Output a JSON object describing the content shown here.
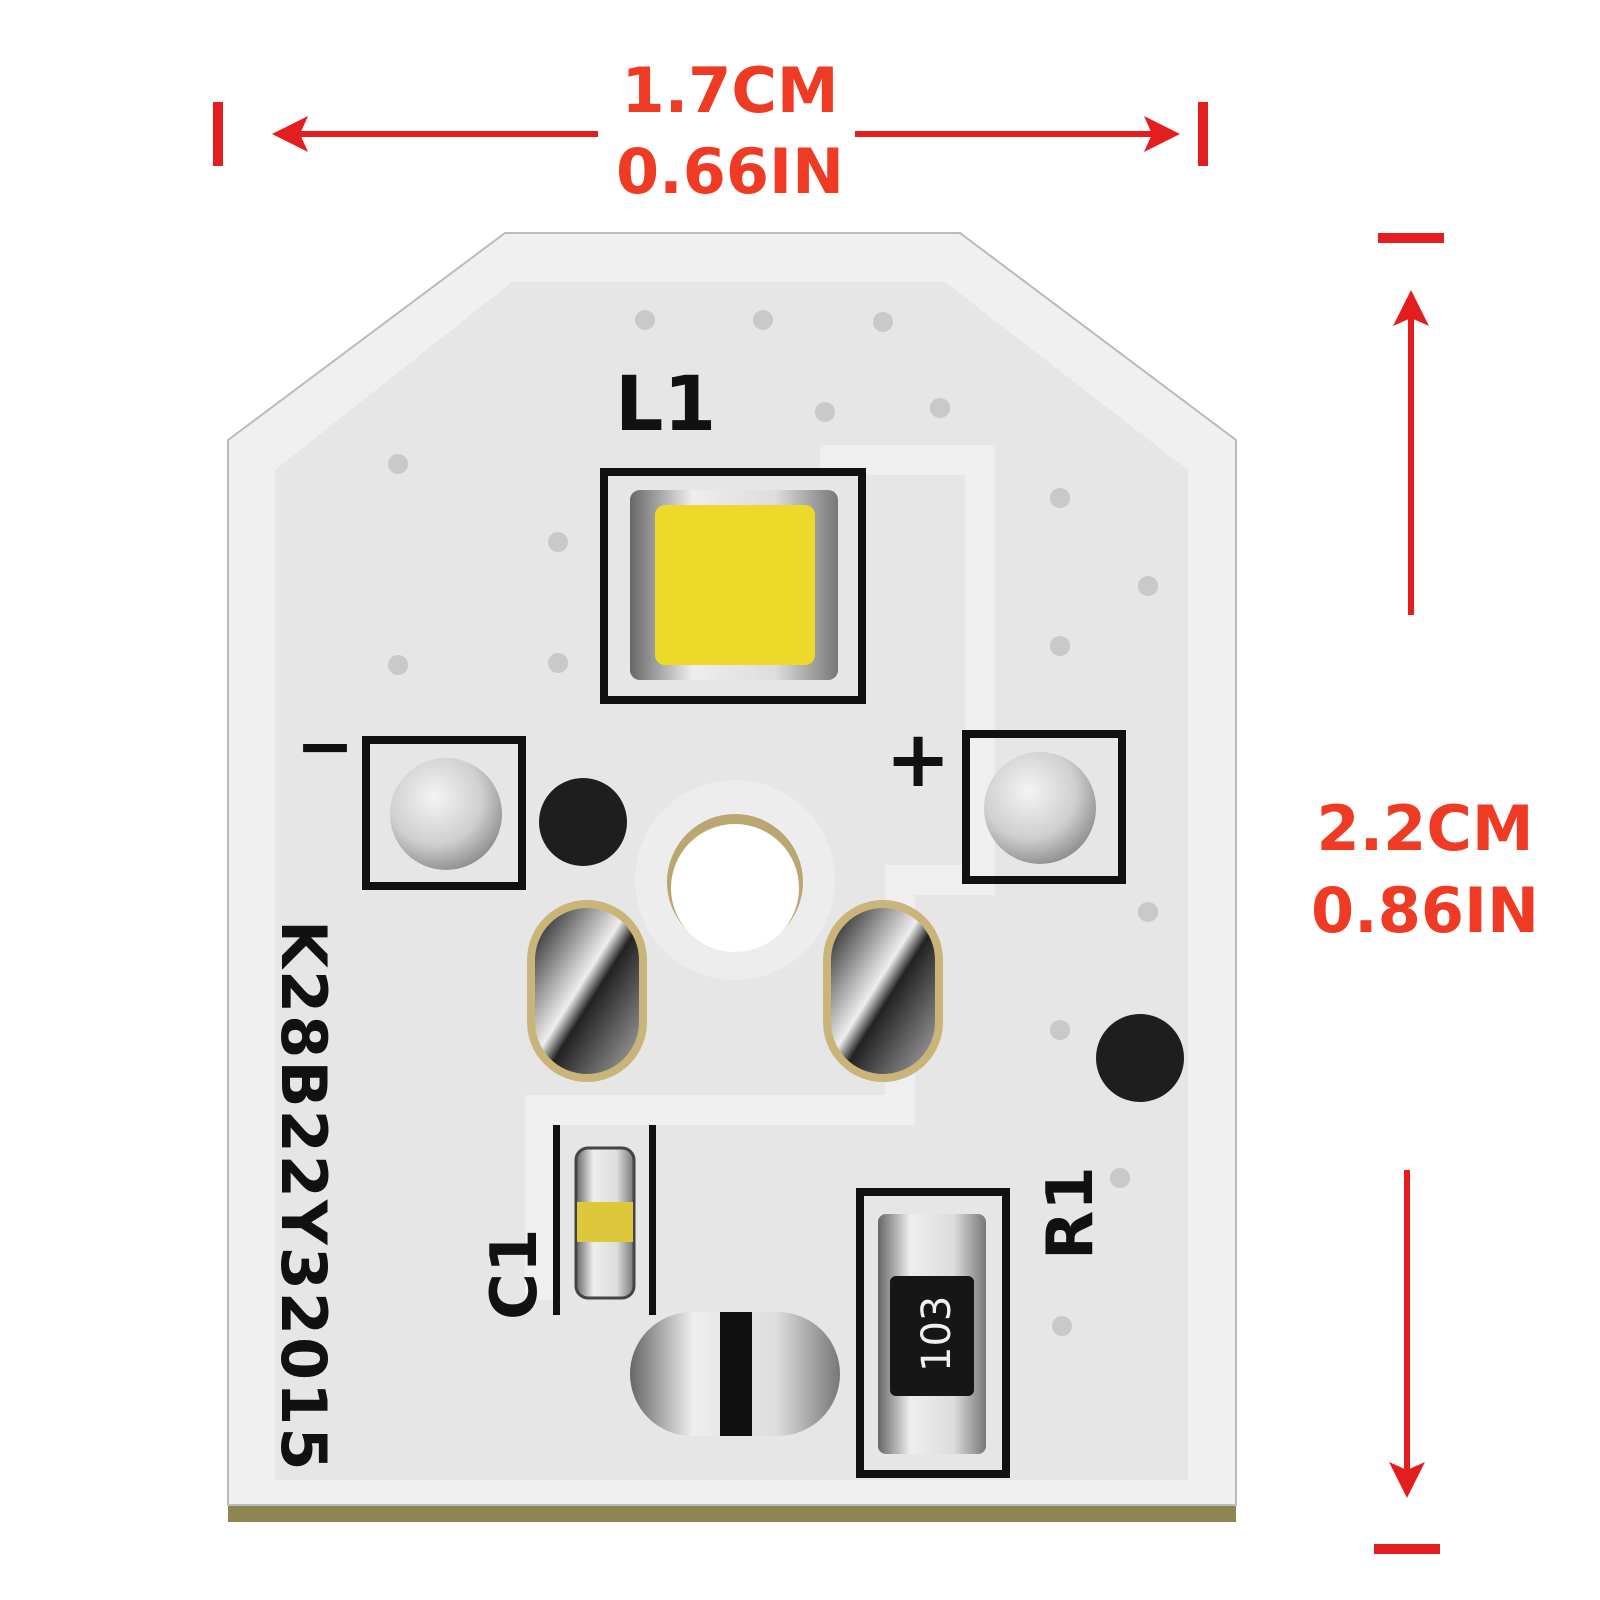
{
  "dimensions": {
    "width": {
      "cm": "1.7CM",
      "in": "0.66IN"
    },
    "height": {
      "cm": "2.2CM",
      "in": "0.86IN"
    }
  },
  "board": {
    "led_label": "L1",
    "minus_label": "−",
    "plus_label": "+",
    "part_number": "K28B22Y32015",
    "capacitor_label": "C1",
    "resistor_label": "R1",
    "resistor_code": "103"
  },
  "colors": {
    "dimension": "#ef3a24",
    "arrow": "#e41e1e",
    "board": "#ececec",
    "led": "#ecd92a"
  }
}
